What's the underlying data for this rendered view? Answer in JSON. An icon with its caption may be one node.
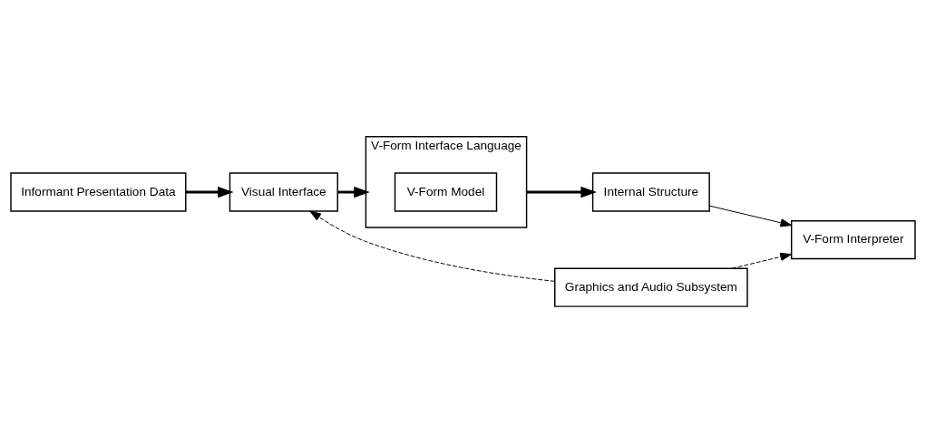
{
  "diagram": {
    "nodes": [
      {
        "text": [
          "Informant Presentation Data"
        ]
      },
      {
        "text": [
          "Visual Interface"
        ]
      },
      {
        "text": [
          "V-Form Interface Language"
        ]
      },
      {
        "text": [
          "V-Form Model"
        ],
        "in": 2
      },
      {
        "text": [
          "Internal Structure"
        ]
      },
      {
        "text": [
          "Graphics and Audio Subsystem"
        ]
      },
      {
        "text": [
          "V-Form Interpreter"
        ]
      }
    ],
    "edges": [
      {
        "from": 0,
        "to": 1,
        "arrow": "to",
        "style": "thick"
      },
      {
        "from": 1,
        "to": 2,
        "arrow": "to",
        "style": "thick"
      },
      {
        "from": 2,
        "to": 4,
        "arrow": "to",
        "style": "thick"
      },
      {
        "from": 4,
        "to": 6,
        "arrow": "to"
      },
      {
        "from": 5,
        "to": 1,
        "arrow": "to",
        "style": "dashed"
      },
      {
        "from": 5,
        "to": 6,
        "arrow": "to",
        "style": "dashed"
      }
    ]
  }
}
